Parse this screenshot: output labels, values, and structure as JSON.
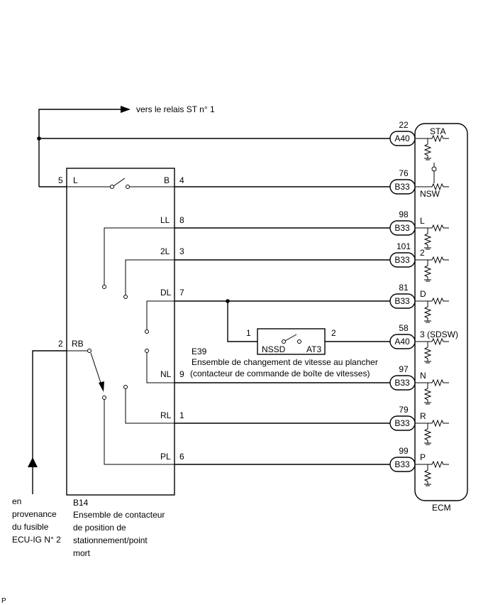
{
  "top_label": "vers le relais ST n° 1",
  "source_label_lines": [
    "en",
    "provenance",
    "du fusible",
    "ECU-IG N° 2"
  ],
  "b14": {
    "code": "B14",
    "name_lines": [
      "Ensemble de contacteur",
      "de position de",
      "stationnement/point",
      "mort"
    ],
    "pin_5": "5",
    "lbl_L": "L",
    "lbl_B": "B",
    "pin_4": "4",
    "lbl_LL": "LL",
    "pin_8": "8",
    "lbl_2L": "2L",
    "pin_3": "3",
    "lbl_DL": "DL",
    "pin_7": "7",
    "pin_2": "2",
    "lbl_RB": "RB",
    "lbl_NL": "NL",
    "pin_9": "9",
    "lbl_RL": "RL",
    "pin_1": "1",
    "lbl_PL": "PL",
    "pin_6": "6"
  },
  "e39": {
    "code": "E39",
    "name_lines": [
      "Ensemble de changement de vitesse au plancher",
      "(contacteur de commande de boîte de vitesses)"
    ],
    "pin_left": "1",
    "pin_right": "2",
    "lbl_nssd": "NSSD",
    "lbl_at3": "AT3"
  },
  "ecm": {
    "name": "ECM",
    "connectors": [
      {
        "pin": "22",
        "conn": "A40",
        "signal": "STA"
      },
      {
        "pin": "76",
        "conn": "B33",
        "signal": "NSW"
      },
      {
        "pin": "98",
        "conn": "B33",
        "signal": "L"
      },
      {
        "pin": "101",
        "conn": "B33",
        "signal": "2"
      },
      {
        "pin": "81",
        "conn": "B33",
        "signal": "D"
      },
      {
        "pin": "58",
        "conn": "A40",
        "signal": "3 (SDSW)"
      },
      {
        "pin": "97",
        "conn": "B33",
        "signal": "N"
      },
      {
        "pin": "79",
        "conn": "B33",
        "signal": "R"
      },
      {
        "pin": "99",
        "conn": "B33",
        "signal": "P"
      }
    ]
  },
  "footer_code": "P"
}
